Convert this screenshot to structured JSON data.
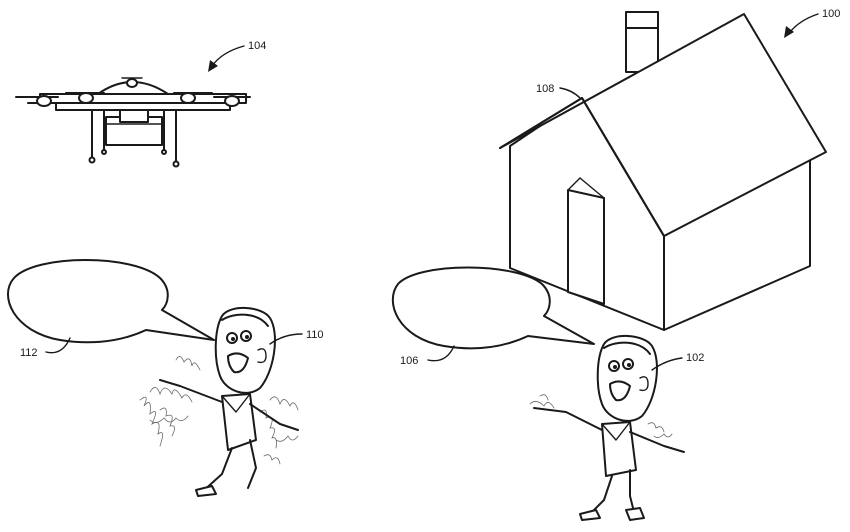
{
  "refs": {
    "system": "100",
    "person_near_house": "102",
    "drone": "104",
    "speech_near_house": "106",
    "house": "108",
    "person_left": "110",
    "speech_left": "112"
  }
}
